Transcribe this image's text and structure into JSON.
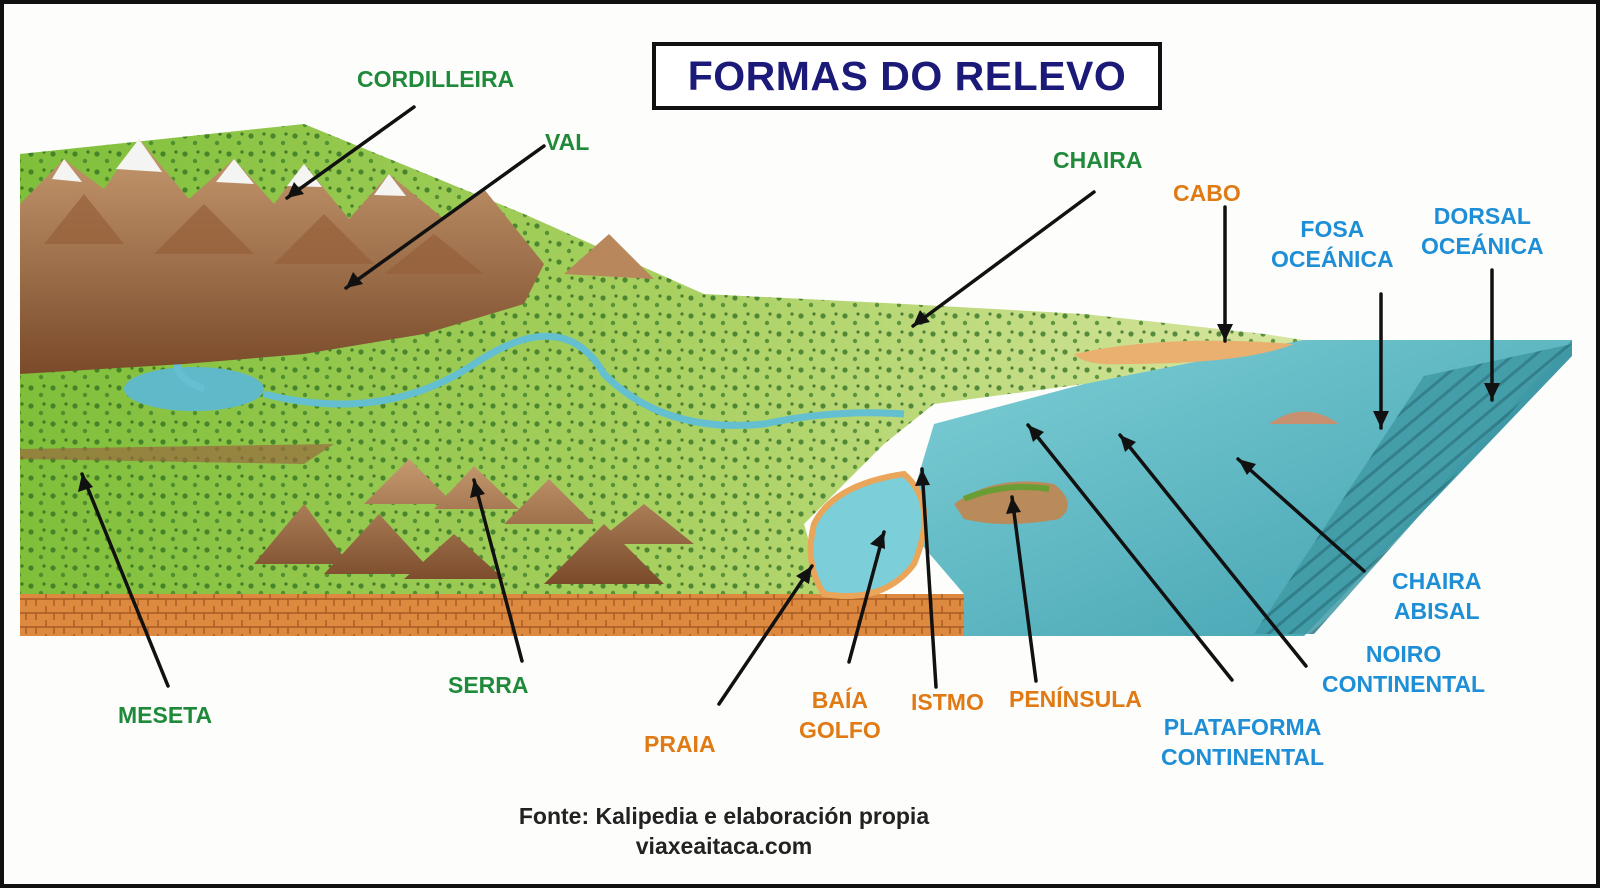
{
  "title": "FORMAS DO RELEVO",
  "labels": {
    "cordilleira": "CORDILLEIRA",
    "val": "VAL",
    "chaira": "CHAIRA",
    "cabo": "CABO",
    "fosa": [
      "FOSA",
      "OCEÁNICA"
    ],
    "dorsal": [
      "DORSAL",
      "OCEÁNICA"
    ],
    "meseta": "MESETA",
    "serra": "SERRA",
    "praia": "PRAIA",
    "baia": [
      "BAÍA",
      "GOLFO"
    ],
    "istmo": "ISTMO",
    "peninsula": "PENÍNSULA",
    "plataforma": [
      "PLATAFORMA",
      "CONTINENTAL"
    ],
    "noiro": [
      "NOIRO",
      "CONTINENTAL"
    ],
    "chaira_abisal": [
      "CHAIRA",
      "ABISAL"
    ]
  },
  "source": {
    "line1": "Fonte: Kalipedia e elaboración propia",
    "line2": "viaxeaitaca.com"
  },
  "colors": {
    "title": "#1b1a78",
    "land_labels": "#1f8a3a",
    "coast_labels": "#e07a14",
    "sea_labels": "#1e8fd6",
    "arrows": "#111111",
    "sea": "#5cb8c4",
    "grass": "#8dc646",
    "mountain": "#a8724a",
    "crust": "#d9863e"
  }
}
